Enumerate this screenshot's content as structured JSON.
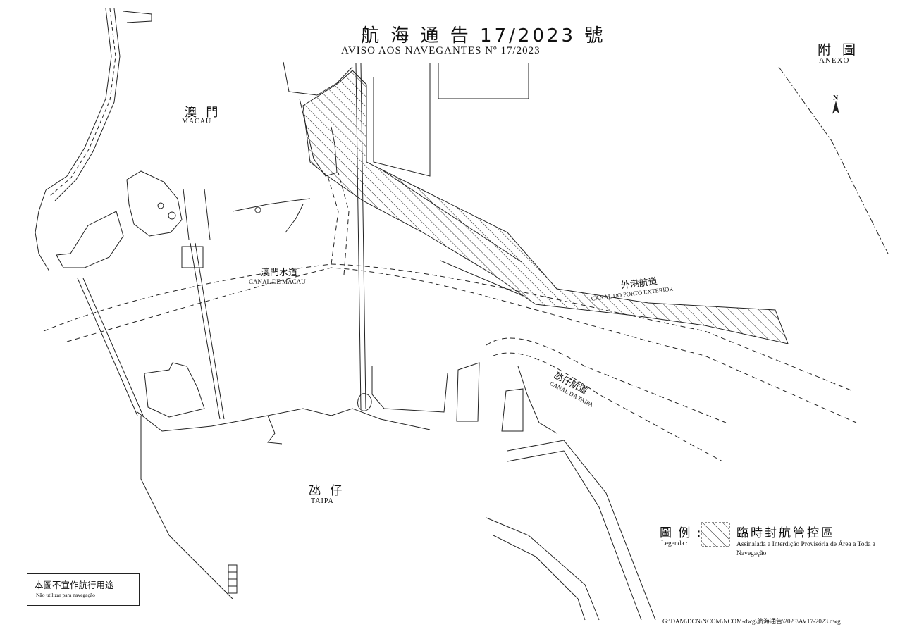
{
  "title": {
    "zh": "航 海 通 告 17/2023 號",
    "pt": "AVISO AOS NAVEGANTES Nº 17/2023"
  },
  "annex": {
    "zh": "附 圖",
    "pt": "ANEXO"
  },
  "north_arrow": {
    "label": "N"
  },
  "places": {
    "macau": {
      "zh": "澳 門",
      "pt": "MACAU"
    },
    "taipa": {
      "zh": "氹 仔",
      "pt": "TAIPA"
    }
  },
  "channels": {
    "canal_de_macau": {
      "zh": "澳門水道",
      "pt": "CANAL DE MACAU"
    },
    "canal_porto_exterior": {
      "zh": "外港航道",
      "pt": "CANAL DO PORTO EXTERIOR"
    },
    "canal_da_taipa": {
      "zh": "氹仔航道",
      "pt": "CANAL DA TAIPA"
    }
  },
  "legend": {
    "label_zh": "圖 例 :",
    "label_pt": "Legenda :",
    "area_zh": "臨時封航管控區",
    "area_pt": "Assinalada a Interdição Provisória de Área a Toda a Navegação",
    "hatch_icon": "diagonal-hatch-swatch"
  },
  "disclaimer": {
    "zh": "本圖不宜作航行用途",
    "pt": "Não utilizar para navegação"
  },
  "file_path": "G:\\DAM\\DCN\\NCOM\\NCOM-dwg\\航海通告\\2023\\AV17-2023.dwg",
  "colors": {
    "ink": "#111111",
    "paper": "#ffffff"
  }
}
